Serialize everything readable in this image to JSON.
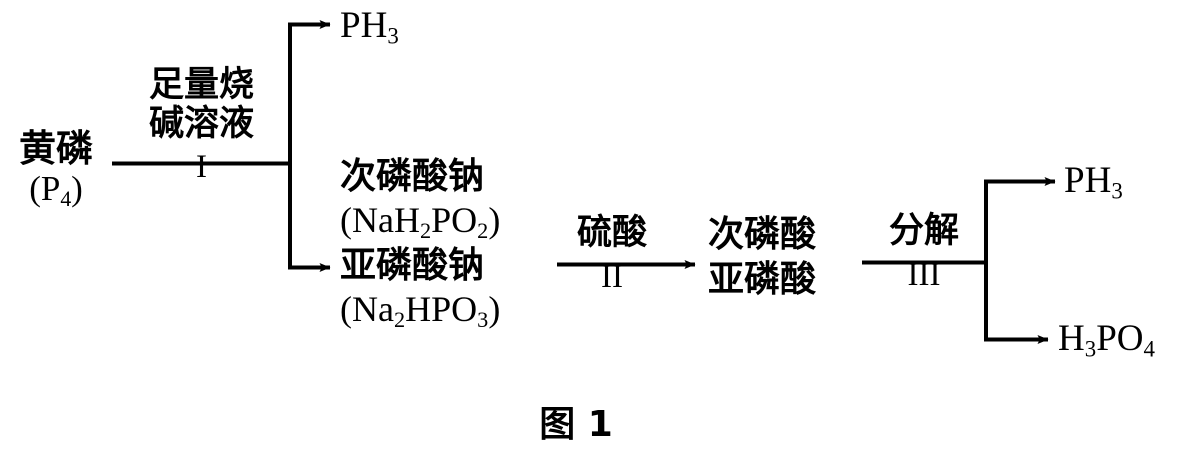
{
  "diagram": {
    "caption": "图 1",
    "nodes": {
      "start": {
        "line1": "黄磷",
        "line2": "(P",
        "line2_sub": "4",
        "line2_end": ")"
      },
      "ph3_top": {
        "text": "PH",
        "sub": "3"
      },
      "salts": {
        "line1": "次磷酸钠",
        "line2_pre": "(NaH",
        "line2_sub1": "2",
        "line2_mid": "PO",
        "line2_sub2": "2",
        "line2_end": ")",
        "line3": "亚磷酸钠",
        "line4_pre": "(Na",
        "line4_sub1": "2",
        "line4_mid": "HPO",
        "line4_sub2": "3",
        "line4_end": ")"
      },
      "acids": {
        "line1": "次磷酸",
        "line2": "亚磷酸"
      },
      "ph3_right": {
        "text": "PH",
        "sub": "3"
      },
      "h3po4": {
        "pre": "H",
        "sub1": "3",
        "mid": "PO",
        "sub2": "4"
      }
    },
    "conditions": {
      "step1": {
        "above_line1": "足量烧",
        "above_line2": "碱溶液",
        "below": "I"
      },
      "step2": {
        "above": "硫酸",
        "below": "II"
      },
      "step3": {
        "above": "分解",
        "below": "III"
      }
    },
    "colors": {
      "ink": "#000000",
      "background": "#ffffff"
    }
  }
}
